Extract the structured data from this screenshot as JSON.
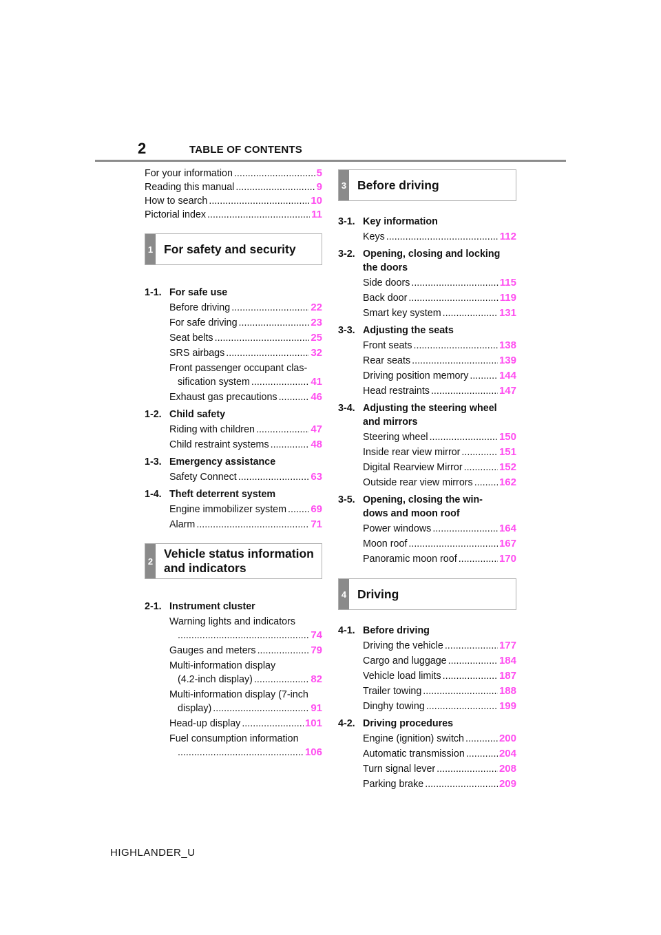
{
  "header": {
    "page_number": "2",
    "title": "TABLE OF CONTENTS"
  },
  "footer": {
    "text": "HIGHLANDER_U"
  },
  "intro": [
    {
      "title": "For your information",
      "page": "5"
    },
    {
      "title": "Reading this manual",
      "page": "9"
    },
    {
      "title": "How to search",
      "page": "10"
    },
    {
      "title": "Pictorial index",
      "page": "11"
    }
  ],
  "chapters": {
    "c1": {
      "num": "1",
      "name": "For safety and security"
    },
    "c2": {
      "num": "2",
      "name_line1": "Vehicle status information",
      "name_line2": "and indicators"
    },
    "c3": {
      "num": "3",
      "name": "Before driving"
    },
    "c4": {
      "num": "4",
      "name": "Driving"
    }
  },
  "s11": {
    "num": "1-1.",
    "name": "For safe use",
    "items": [
      {
        "title": "Before driving",
        "page": "22"
      },
      {
        "title": "For safe driving",
        "page": "23"
      },
      {
        "title": "Seat belts",
        "page": "25"
      },
      {
        "title": "SRS airbags",
        "page": "32"
      },
      {
        "title_line1": "Front passenger occupant clas-",
        "title_line2": "sification system",
        "page": "41"
      },
      {
        "title": "Exhaust gas precautions",
        "page": "46"
      }
    ]
  },
  "s12": {
    "num": "1-2.",
    "name": "Child safety",
    "items": [
      {
        "title": "Riding with children",
        "page": "47"
      },
      {
        "title": "Child restraint systems",
        "page": "48"
      }
    ]
  },
  "s13": {
    "num": "1-3.",
    "name": "Emergency assistance",
    "items": [
      {
        "title": "Safety Connect",
        "page": "63"
      }
    ]
  },
  "s14": {
    "num": "1-4.",
    "name": "Theft deterrent system",
    "items": [
      {
        "title": "Engine immobilizer system",
        "page": "69"
      },
      {
        "title": "Alarm",
        "page": "71"
      }
    ]
  },
  "s21": {
    "num": "2-1.",
    "name": "Instrument cluster",
    "items": [
      {
        "title_line1": "Warning lights and indicators",
        "page": "74"
      },
      {
        "title": "Gauges and meters",
        "page": "79"
      },
      {
        "title_line1": "Multi-information display",
        "title_line2": "(4.2-inch display)",
        "page": "82"
      },
      {
        "title_line1": "Multi-information display (7-inch",
        "title_line2": "display)",
        "page": "91"
      },
      {
        "title": "Head-up display",
        "page": "101"
      },
      {
        "title_line1": "Fuel consumption information",
        "page": "106"
      }
    ]
  },
  "s31": {
    "num": "3-1.",
    "name": "Key information",
    "items": [
      {
        "title": "Keys",
        "page": "112"
      }
    ]
  },
  "s32": {
    "num": "3-2.",
    "name_line1": "Opening, closing and locking",
    "name_line2": "the doors",
    "items": [
      {
        "title": "Side doors",
        "page": "115"
      },
      {
        "title": "Back door",
        "page": "119"
      },
      {
        "title": "Smart key system",
        "page": "131"
      }
    ]
  },
  "s33": {
    "num": "3-3.",
    "name": "Adjusting the seats",
    "items": [
      {
        "title": "Front seats",
        "page": "138"
      },
      {
        "title": "Rear seats",
        "page": "139"
      },
      {
        "title": "Driving position memory",
        "page": "144"
      },
      {
        "title": "Head restraints",
        "page": "147"
      }
    ]
  },
  "s34": {
    "num": "3-4.",
    "name_line1": "Adjusting the steering wheel",
    "name_line2": "and mirrors",
    "items": [
      {
        "title": "Steering wheel",
        "page": "150"
      },
      {
        "title": "Inside rear view mirror",
        "page": "151"
      },
      {
        "title": "Digital Rearview Mirror",
        "page": "152"
      },
      {
        "title": "Outside rear view mirrors",
        "page": "162"
      }
    ]
  },
  "s35": {
    "num": "3-5.",
    "name_line1": "Opening, closing the win-",
    "name_line2": "dows and moon roof",
    "items": [
      {
        "title": "Power windows",
        "page": "164"
      },
      {
        "title": "Moon roof",
        "page": "167"
      },
      {
        "title": "Panoramic moon roof",
        "page": "170"
      }
    ]
  },
  "s41": {
    "num": "4-1.",
    "name": "Before driving",
    "items": [
      {
        "title": "Driving the vehicle",
        "page": "177"
      },
      {
        "title": "Cargo and luggage",
        "page": "184"
      },
      {
        "title": "Vehicle load limits",
        "page": "187"
      },
      {
        "title": "Trailer towing",
        "page": "188"
      },
      {
        "title": "Dinghy towing",
        "page": "199"
      }
    ]
  },
  "s42": {
    "num": "4-2.",
    "name": "Driving procedures",
    "items": [
      {
        "title": "Engine (ignition) switch",
        "page": "200"
      },
      {
        "title": "Automatic transmission",
        "page": "204"
      },
      {
        "title": "Turn signal lever",
        "page": "208"
      },
      {
        "title": "Parking brake",
        "page": "209"
      }
    ]
  }
}
